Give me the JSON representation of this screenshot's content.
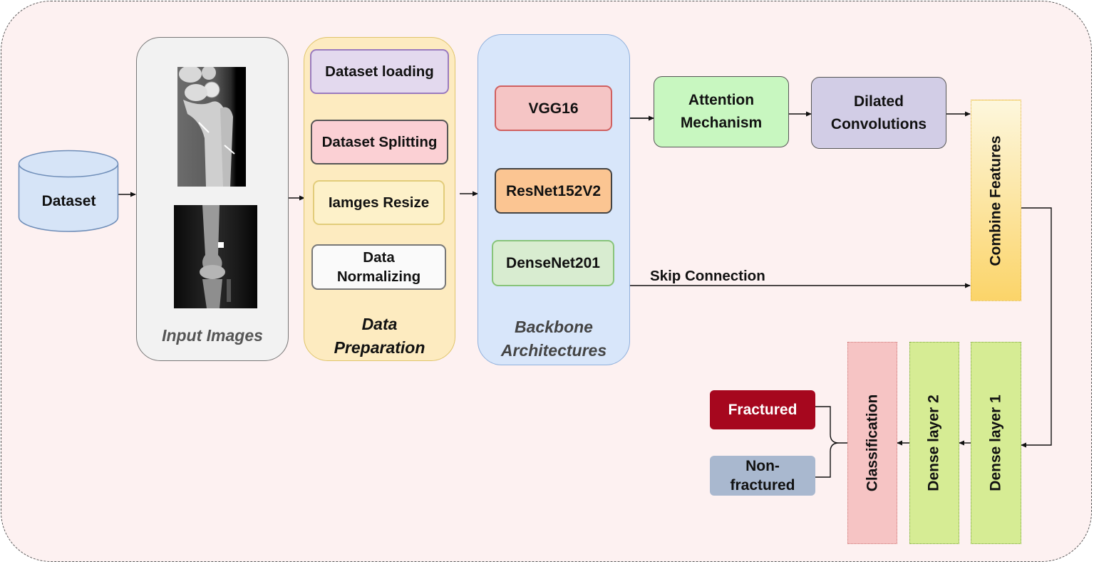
{
  "dataset": {
    "label": "Dataset"
  },
  "input_images": {
    "title": "Input Images"
  },
  "data_preparation": {
    "title_line1": "Data",
    "title_line2": "Preparation",
    "steps": [
      "Dataset loading",
      "Dataset Splitting",
      "Iamges Resize",
      "Data",
      "Normalizing"
    ]
  },
  "backbone": {
    "title_line1": "Backbone",
    "title_line2": "Architectures",
    "models": [
      "VGG16",
      "ResNet152V2",
      "DenseNet201"
    ]
  },
  "attention": {
    "line1": "Attention",
    "line2": "Mechanism"
  },
  "dilated": {
    "line1": "Dilated",
    "line2": "Convolutions"
  },
  "skip_connection": {
    "label": "Skip Connection"
  },
  "combine_features": {
    "label": "Combine Features"
  },
  "dense_layer_1": {
    "label": "Dense layer 1"
  },
  "dense_layer_2": {
    "label": "Dense layer 2"
  },
  "classification": {
    "label": "Classification"
  },
  "outputs": {
    "fractured": "Fractured",
    "non_line1": "Non-",
    "non_line2": "fractured"
  },
  "colors": {
    "panel_bg": "#fdf1f1",
    "input_group": "#f2f2f2",
    "prep_group": "#fdebc0",
    "backbone_group": "#d8e6fa",
    "attention": "#c8f7c0",
    "dilated": "#d2cde6",
    "combine": "#fbd469",
    "dense": "#d6ec94",
    "classification": "#f6c4c4",
    "fractured": "#a6071e",
    "non_fractured": "#a9b8cf"
  }
}
